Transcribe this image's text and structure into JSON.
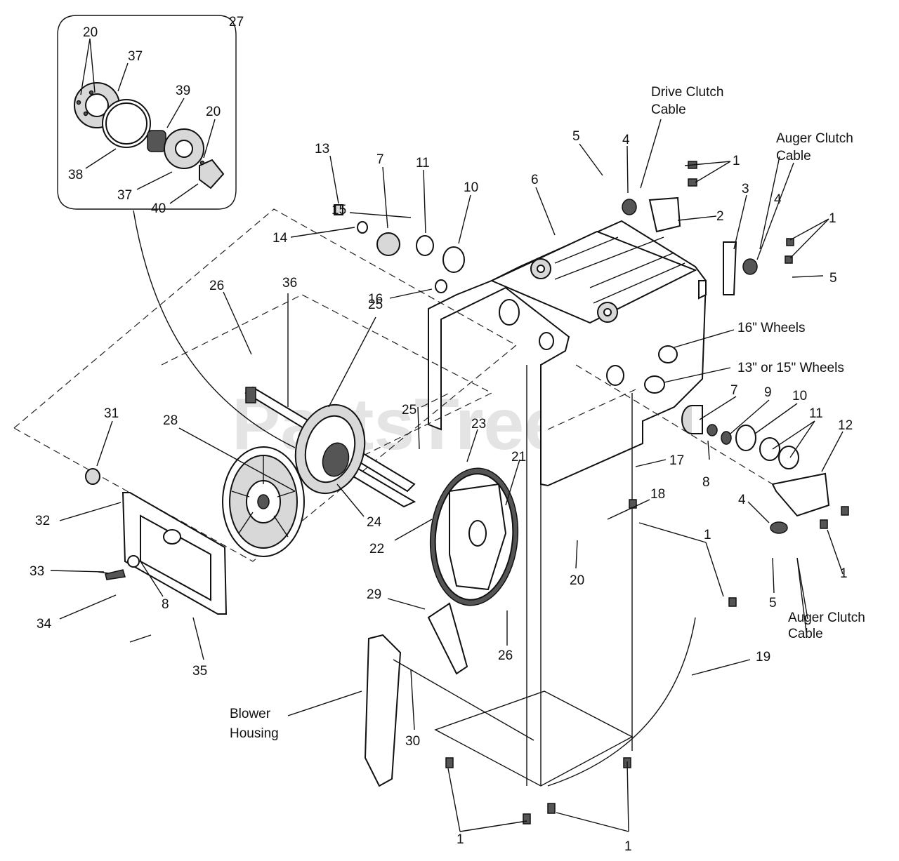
{
  "watermark": "PartsTree",
  "trademark": "™",
  "text_labels": {
    "drive_clutch_cable": [
      "Drive Clutch",
      "Cable"
    ],
    "auger_clutch_cable_top": [
      "Auger Clutch",
      "Cable"
    ],
    "auger_clutch_cable_bottom": [
      "Auger Clutch",
      "Cable"
    ],
    "wheels_16": "16\" Wheels",
    "wheels_13_15": "13\" or 15\" Wheels",
    "blower_housing": [
      "Blower",
      "Housing"
    ]
  },
  "callouts": [
    {
      "id": "c27",
      "text": "27"
    },
    {
      "id": "c20a",
      "text": "20"
    },
    {
      "id": "c37a",
      "text": "37"
    },
    {
      "id": "c39",
      "text": "39"
    },
    {
      "id": "c20b",
      "text": "20"
    },
    {
      "id": "c38",
      "text": "38"
    },
    {
      "id": "c37b",
      "text": "37"
    },
    {
      "id": "c40",
      "text": "40"
    },
    {
      "id": "c13",
      "text": "13"
    },
    {
      "id": "c7a",
      "text": "7"
    },
    {
      "id": "c11a",
      "text": "11"
    },
    {
      "id": "c10a",
      "text": "10"
    },
    {
      "id": "c14",
      "text": "14"
    },
    {
      "id": "c15",
      "text": "15"
    },
    {
      "id": "c16",
      "text": "16"
    },
    {
      "id": "c6",
      "text": "6"
    },
    {
      "id": "c5a",
      "text": "5"
    },
    {
      "id": "c4a",
      "text": "4"
    },
    {
      "id": "c1a",
      "text": "1"
    },
    {
      "id": "c2",
      "text": "2"
    },
    {
      "id": "c3",
      "text": "3"
    },
    {
      "id": "c4b",
      "text": "4"
    },
    {
      "id": "c1b",
      "text": "1"
    },
    {
      "id": "c5b",
      "text": "5"
    },
    {
      "id": "c26a",
      "text": "26"
    },
    {
      "id": "c36",
      "text": "36"
    },
    {
      "id": "c25a",
      "text": "25"
    },
    {
      "id": "c31",
      "text": "31"
    },
    {
      "id": "c28",
      "text": "28"
    },
    {
      "id": "c25b",
      "text": "25"
    },
    {
      "id": "c23",
      "text": "23"
    },
    {
      "id": "c21",
      "text": "21"
    },
    {
      "id": "c7b",
      "text": "7"
    },
    {
      "id": "c9",
      "text": "9"
    },
    {
      "id": "c10b",
      "text": "10"
    },
    {
      "id": "c11b",
      "text": "11"
    },
    {
      "id": "c12",
      "text": "12"
    },
    {
      "id": "c8a",
      "text": "8"
    },
    {
      "id": "c17",
      "text": "17"
    },
    {
      "id": "c32",
      "text": "32"
    },
    {
      "id": "c24",
      "text": "24"
    },
    {
      "id": "c18",
      "text": "18"
    },
    {
      "id": "c22",
      "text": "22"
    },
    {
      "id": "c4c",
      "text": "4"
    },
    {
      "id": "c1c",
      "text": "1"
    },
    {
      "id": "c33",
      "text": "33"
    },
    {
      "id": "c8b",
      "text": "8"
    },
    {
      "id": "c20c",
      "text": "20"
    },
    {
      "id": "c1d",
      "text": "1"
    },
    {
      "id": "c34",
      "text": "34"
    },
    {
      "id": "c29",
      "text": "29"
    },
    {
      "id": "c5c",
      "text": "5"
    },
    {
      "id": "c26b",
      "text": "26"
    },
    {
      "id": "c35",
      "text": "35"
    },
    {
      "id": "c19",
      "text": "19"
    },
    {
      "id": "c30",
      "text": "30"
    },
    {
      "id": "c1e",
      "text": "1"
    },
    {
      "id": "c1f",
      "text": "1"
    }
  ]
}
